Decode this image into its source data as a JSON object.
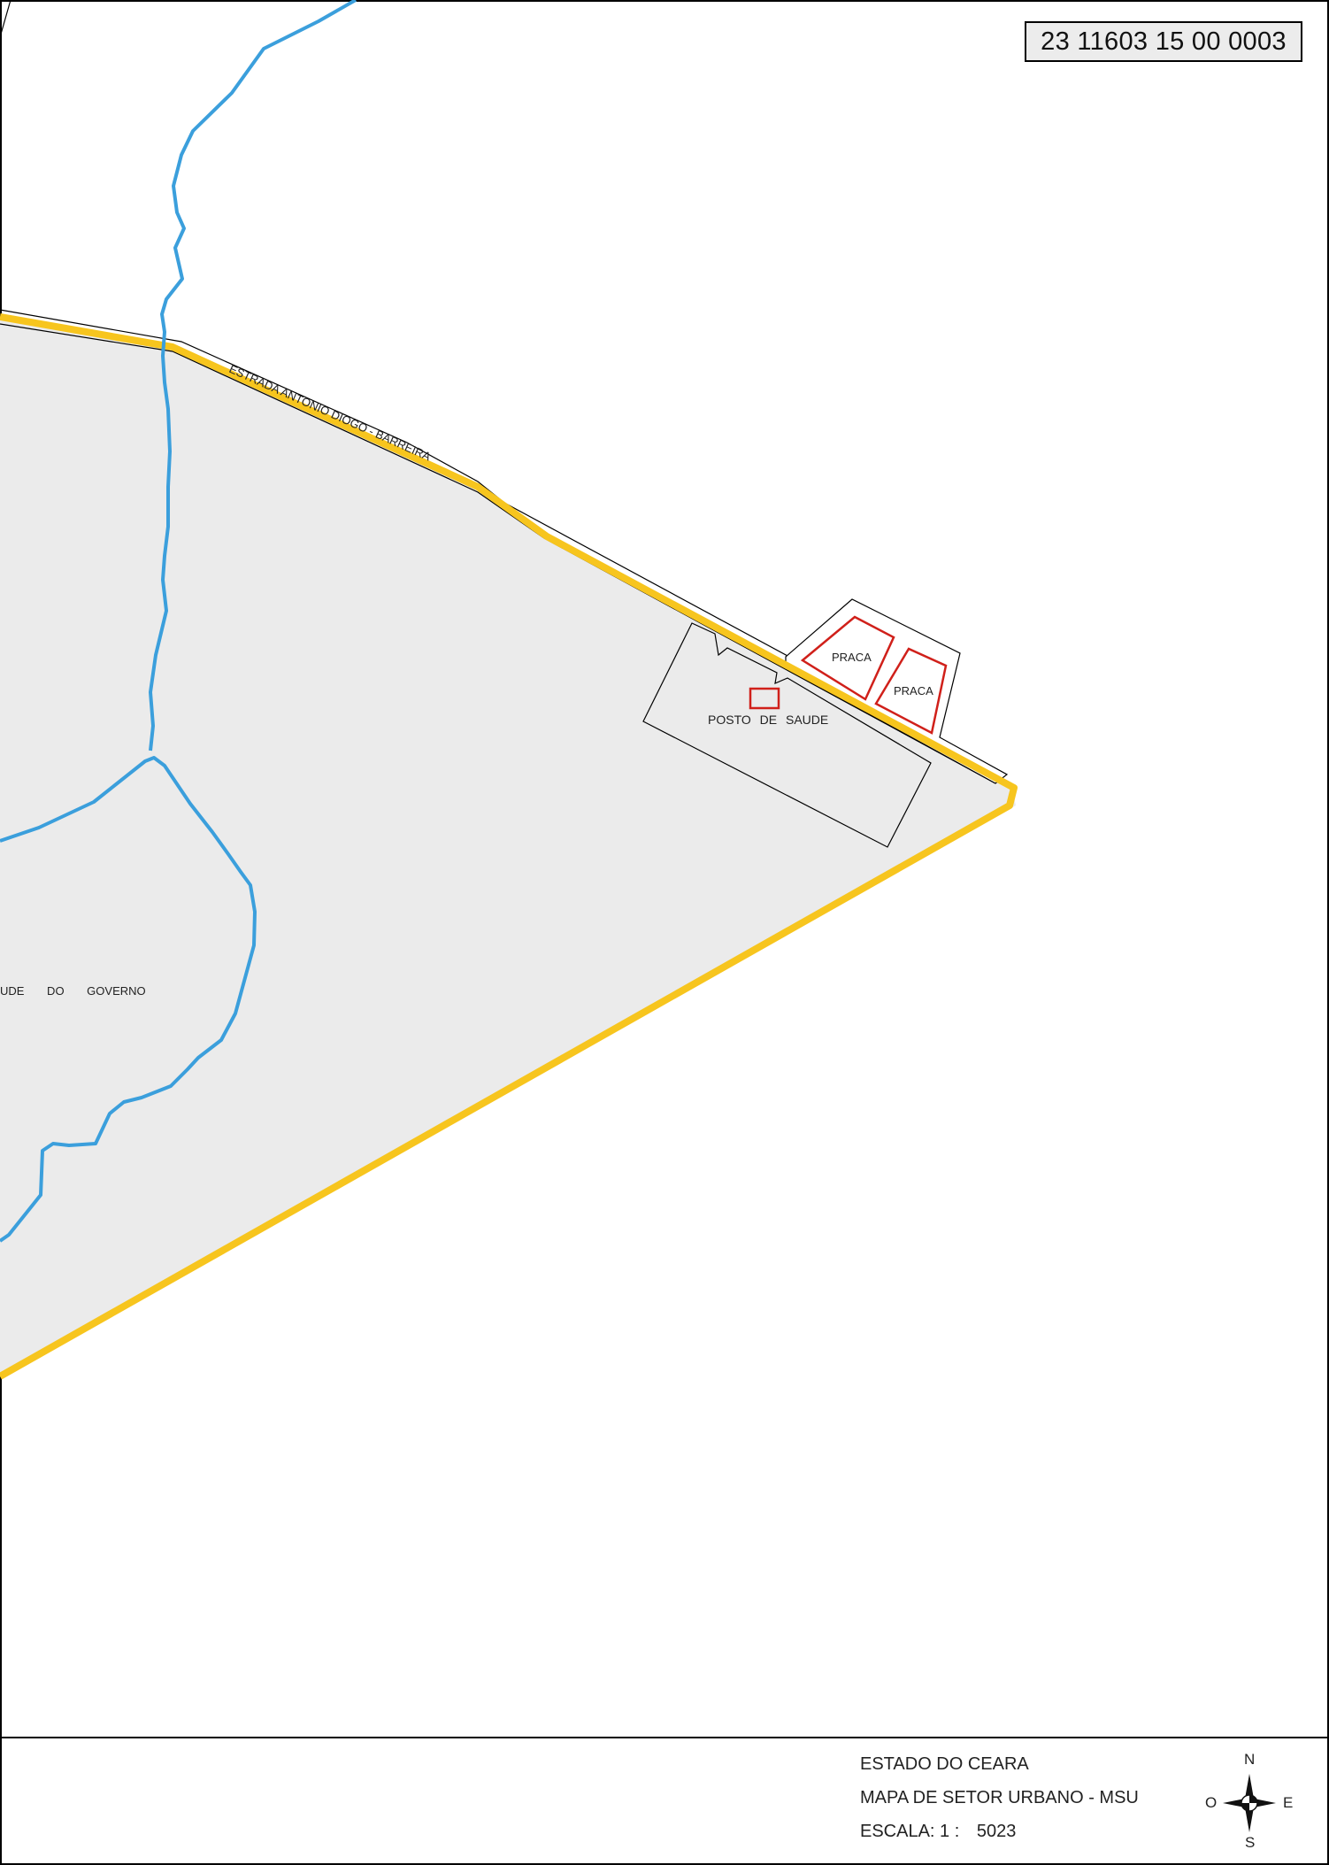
{
  "sector_code": "23 11603 15 00 0003",
  "labels": {
    "road": "ESTRADA ANTONIO DIOGO - BARREIRA",
    "praca_1": "PRACA",
    "praca_2": "PRACA",
    "posto": "POSTO DE SAUDE",
    "district": "UDE DO GOVERNO"
  },
  "footer": {
    "state": "ESTADO DO CEARA",
    "map_type": "MAPA DE SETOR URBANO - MSU",
    "scale_label": "ESCALA: 1 :",
    "scale_value": "5023"
  },
  "compass": {
    "north": "N",
    "south": "S",
    "east": "E",
    "west": "O"
  },
  "colors": {
    "sector_fill": "#ebebeb",
    "sector_boundary": "#f7c51e",
    "river": "#3b9fdc",
    "landmark": "#d0201a",
    "outline": "#000000"
  },
  "icons": {
    "compass": "compass-rose-icon"
  }
}
